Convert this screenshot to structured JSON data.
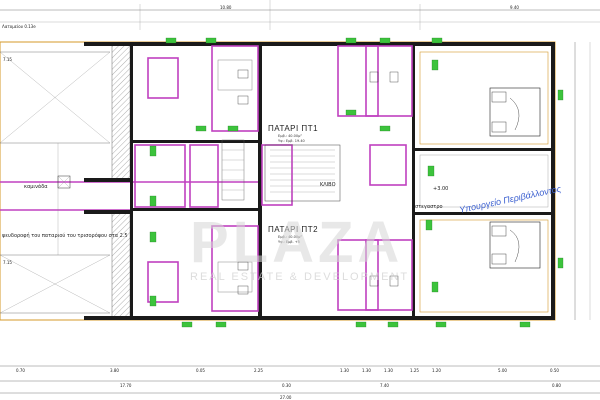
{
  "top_dims": {
    "left": "10.80",
    "right": "9.40",
    "corner": "Λατομείου 0.13e"
  },
  "bottom_dims": {
    "row1": [
      "0.70",
      "3.80",
      "0.05",
      "2.25",
      "1.30",
      "1.30",
      "1.30",
      "1.25",
      "1.20",
      "5.00",
      "0.50"
    ],
    "row2": [
      "17.70",
      "0.30",
      "7.40",
      "0.80"
    ],
    "total": "27.00"
  },
  "left_dims": [
    "7.15",
    "7.15"
  ],
  "labels": {
    "upper_room": "ΠΑΤΑΡΙ ΠΤ1",
    "upper_room_sub1": "Εμβ.: 40.00μ²",
    "upper_room_sub2": "Υψ.: Εμβ. 19.40",
    "lower_room": "ΠΑΤΑΡΙ ΠΤ2",
    "lower_room_sub1": "Εμβ.: 40.00μ²",
    "lower_room_sub2": "Υψ.: Εμβ. +5",
    "chimney": "καμινάδα",
    "shaft": "ΚΛΙΒΟ",
    "ceiling_note": "ψευδοροφή του παταριού του τρισορόφου στα 2.5",
    "level": "+3.00",
    "terrace": "στεγαστρο",
    "blue_text": "Υπουργείο Περιβάλλοντος"
  },
  "watermark": {
    "main": "PLAZA",
    "sub": "REAL ESTATE & DEVELOPMENT"
  }
}
